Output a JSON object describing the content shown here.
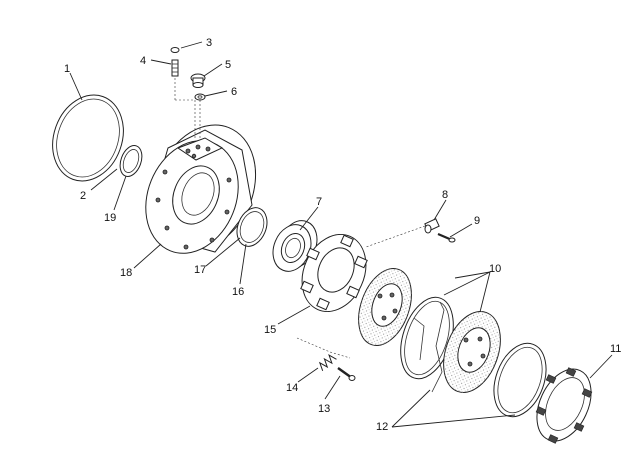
{
  "diagram": {
    "labels": {
      "p1": "1",
      "p2": "2",
      "p3": "3",
      "p4": "4",
      "p5": "5",
      "p6": "6",
      "p7": "7",
      "p8": "8",
      "p9": "9",
      "p10": "10",
      "p11": "11",
      "p12": "12",
      "p13": "13",
      "p14": "14",
      "p15": "15",
      "p16": "16",
      "p17": "17",
      "p18": "18",
      "p19": "19"
    }
  }
}
